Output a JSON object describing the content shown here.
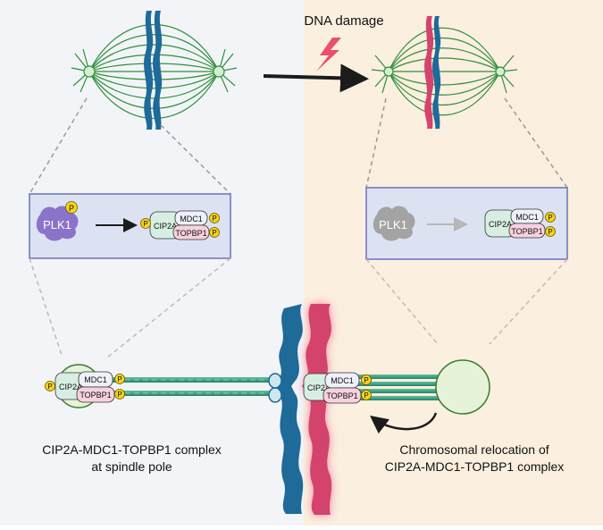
{
  "top": {
    "damage_label": "DNA damage"
  },
  "panels": {
    "left": {
      "plk1": "PLK1",
      "phospho": "P",
      "cip2a": "CIP2A",
      "mdc1": "MDC1",
      "topbp1": "TOPBP1"
    },
    "right": {
      "plk1": "PLK1",
      "phospho": "P",
      "cip2a": "CIP2A",
      "mdc1": "MDC1",
      "topbp1": "TOPBP1"
    }
  },
  "bottom": {
    "left_complex": {
      "phospho": "P",
      "cip2a": "CIP2A",
      "mdc1": "MDC1",
      "topbp1": "TOPBP1"
    },
    "right_complex": {
      "phospho": "P",
      "cip2a": "CIP2A",
      "mdc1": "MDC1",
      "topbp1": "TOPBP1"
    },
    "caption_left": [
      "CIP2A-MDC1-TOPBP1 complex",
      "at spindle pole"
    ],
    "caption_right": [
      "Chromosomal relocation of",
      "CIP2A-MDC1-TOPBP1 complex"
    ]
  },
  "colors": {
    "bg_left": "#f2f4f7",
    "bg_right": "#fbefdf",
    "spindle": "#2e8f3c",
    "chrom_blue": "#1e6a99",
    "chrom_pink": "#d4436c",
    "plk1_active": "#8b73c9",
    "plk1_inactive": "#a3a3a3",
    "phospho": "#f7d417",
    "cip2a": "#d7efe2",
    "mdc1": "#eef0fa",
    "topbp1": "#f7d2de",
    "bolt": "#e8506b",
    "panel_fill": "#dde2f3",
    "panel_border": "#6a72b8"
  }
}
